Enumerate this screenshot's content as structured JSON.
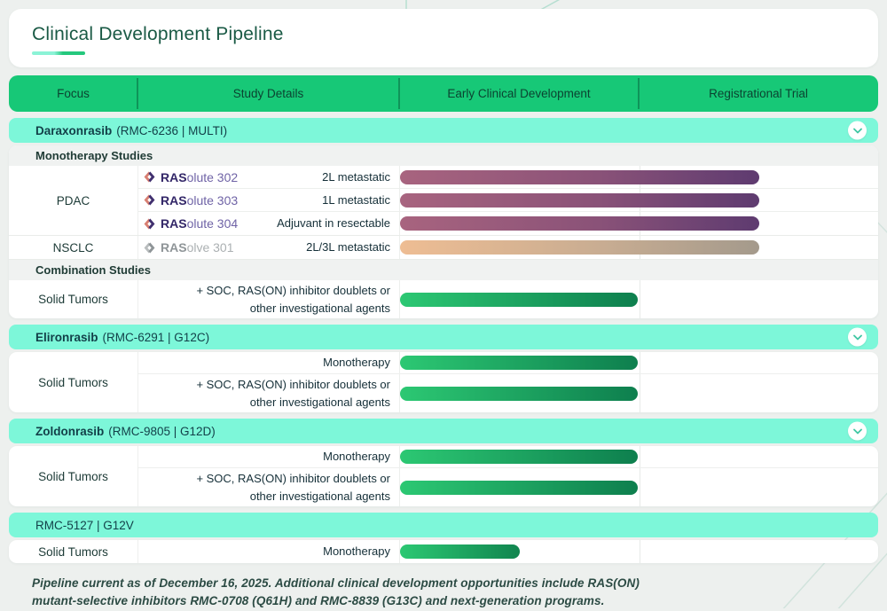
{
  "page": {
    "title": "Clinical Development Pipeline"
  },
  "columns": [
    {
      "label": "Focus"
    },
    {
      "label": "Study Details"
    },
    {
      "label": "Early Clinical Development"
    },
    {
      "label": "Registrational Trial"
    }
  ],
  "colors": {
    "header_green": "#17c877",
    "header_text": "#0b4331",
    "section_teal": "#7df7d9",
    "title_green": "#1a5a45",
    "bar_purple_start": "#a8647f",
    "bar_purple_end": "#5e3b70",
    "bar_tan_start": "#eebd93",
    "bar_tan_end": "#a49a8c",
    "bar_green_start": "#2cc873",
    "bar_green_end": "#0e7f4e",
    "logo_purple": "#41306f",
    "logo_salmon": "#d87f72",
    "logo_gray": "#9aa0a3"
  },
  "sections": [
    {
      "name": "Daraxonrasib",
      "code": "(RMC-6236 | MULTI)",
      "groups": [
        {
          "label": "Monotherapy Studies",
          "blocks": [
            {
              "focus": "PDAC",
              "rows": [
                {
                  "study_prefix": "RAS",
                  "study_rest": "olute 302",
                  "stage": "2L metastatic",
                  "bar_style": "width:405px;background:linear-gradient(90deg,#a8647f,#8a5278 55%,#5e3b70)"
                },
                {
                  "study_prefix": "RAS",
                  "study_rest": "olute 303",
                  "stage": "1L metastatic",
                  "bar_style": "width:405px;background:linear-gradient(90deg,#a8647f,#8a5278 55%,#5e3b70)"
                },
                {
                  "study_prefix": "RAS",
                  "study_rest": "olute 304",
                  "stage": "Adjuvant in resectable",
                  "bar_style": "width:405px;background:linear-gradient(90deg,#a8647f,#8a5278 55%,#5e3b70)"
                }
              ]
            },
            {
              "focus": "NSCLC",
              "rows": [
                {
                  "study_prefix": "RAS",
                  "study_rest": "olve 301",
                  "stage": "2L/3L metastatic",
                  "bar_style": "width:405px;background:linear-gradient(90deg,#eebd93,#c9ad92 55%,#a49a8c)"
                }
              ]
            }
          ]
        },
        {
          "label": "Combination Studies",
          "blocks": [
            {
              "focus": "Solid Tumors",
              "rows": [
                {
                  "stage_line1": "+ SOC, RAS(ON) inhibitor doublets or",
                  "stage_line2": "other investigational agents",
                  "bar_style": "width:268px;background:linear-gradient(90deg,#2cc873,#0e7f4e)"
                }
              ]
            }
          ]
        }
      ]
    },
    {
      "name": "Elironrasib",
      "code": "(RMC-6291 | G12C)",
      "blocks": [
        {
          "focus": "Solid Tumors",
          "rows": [
            {
              "stage": "Monotherapy",
              "bar_style": "width:268px;background:linear-gradient(90deg,#2cc873,#0e7f4e)"
            },
            {
              "stage_line1": "+ SOC, RAS(ON) inhibitor doublets or",
              "stage_line2": "other investigational agents",
              "bar_style": "width:268px;background:linear-gradient(90deg,#2cc873,#0e7f4e)"
            }
          ]
        }
      ]
    },
    {
      "name": "Zoldonrasib",
      "code": "(RMC-9805 | G12D)",
      "blocks": [
        {
          "focus": "Solid Tumors",
          "rows": [
            {
              "stage": "Monotherapy",
              "bar_style": "width:268px;background:linear-gradient(90deg,#2cc873,#0e7f4e)"
            },
            {
              "stage_line1": "+ SOC, RAS(ON) inhibitor doublets or",
              "stage_line2": "other investigational agents",
              "bar_style": "width:268px;background:linear-gradient(90deg,#2cc873,#0e7f4e)"
            }
          ]
        }
      ]
    },
    {
      "name": "RMC-5127 | G12V",
      "blocks": [
        {
          "focus": "Solid Tumors",
          "rows": [
            {
              "stage": "Monotherapy",
              "bar_style": "width:135px;background:linear-gradient(90deg,#2cc873,#11854f)"
            }
          ]
        }
      ]
    }
  ],
  "footnote": "Pipeline current as of December 16, 2025. Additional clinical development opportunities include RAS(ON) mutant-selective inhibitors RMC-0708 (Q61H) and RMC-8839 (G13C) and next-generation programs.",
  "chart_data": {
    "type": "bar",
    "title": "Clinical Development Pipeline",
    "stage_axis": [
      "Early Clinical Development",
      "Registrational Trial"
    ],
    "extent_scale": "0 = start of Early Clinical Development, 1 = end of Registrational Trial column",
    "rows": [
      {
        "program": "Daraxonrasib (RMC-6236 | MULTI)",
        "group": "Monotherapy Studies",
        "focus": "PDAC",
        "study": "RASolute 302",
        "label": "2L metastatic",
        "extent": 0.75,
        "color": "purple"
      },
      {
        "program": "Daraxonrasib (RMC-6236 | MULTI)",
        "group": "Monotherapy Studies",
        "focus": "PDAC",
        "study": "RASolute 303",
        "label": "1L metastatic",
        "extent": 0.75,
        "color": "purple"
      },
      {
        "program": "Daraxonrasib (RMC-6236 | MULTI)",
        "group": "Monotherapy Studies",
        "focus": "PDAC",
        "study": "RASolute 304",
        "label": "Adjuvant in resectable",
        "extent": 0.75,
        "color": "purple"
      },
      {
        "program": "Daraxonrasib (RMC-6236 | MULTI)",
        "group": "Monotherapy Studies",
        "focus": "NSCLC",
        "study": "RASolve 301",
        "label": "2L/3L metastatic",
        "extent": 0.75,
        "color": "tan"
      },
      {
        "program": "Daraxonrasib (RMC-6236 | MULTI)",
        "group": "Combination Studies",
        "focus": "Solid Tumors",
        "study": "",
        "label": "+ SOC, RAS(ON) inhibitor doublets or other investigational agents",
        "extent": 0.5,
        "color": "green"
      },
      {
        "program": "Elironrasib (RMC-6291 | G12C)",
        "focus": "Solid Tumors",
        "study": "",
        "label": "Monotherapy",
        "extent": 0.5,
        "color": "green"
      },
      {
        "program": "Elironrasib (RMC-6291 | G12C)",
        "focus": "Solid Tumors",
        "study": "",
        "label": "+ SOC, RAS(ON) inhibitor doublets or other investigational agents",
        "extent": 0.5,
        "color": "green"
      },
      {
        "program": "Zoldonrasib (RMC-9805 | G12D)",
        "focus": "Solid Tumors",
        "study": "",
        "label": "Monotherapy",
        "extent": 0.5,
        "color": "green"
      },
      {
        "program": "Zoldonrasib (RMC-9805 | G12D)",
        "focus": "Solid Tumors",
        "study": "",
        "label": "+ SOC, RAS(ON) inhibitor doublets or other investigational agents",
        "extent": 0.5,
        "color": "green"
      },
      {
        "program": "RMC-5127 | G12V",
        "focus": "Solid Tumors",
        "study": "",
        "label": "Monotherapy",
        "extent": 0.25,
        "color": "green"
      }
    ]
  }
}
